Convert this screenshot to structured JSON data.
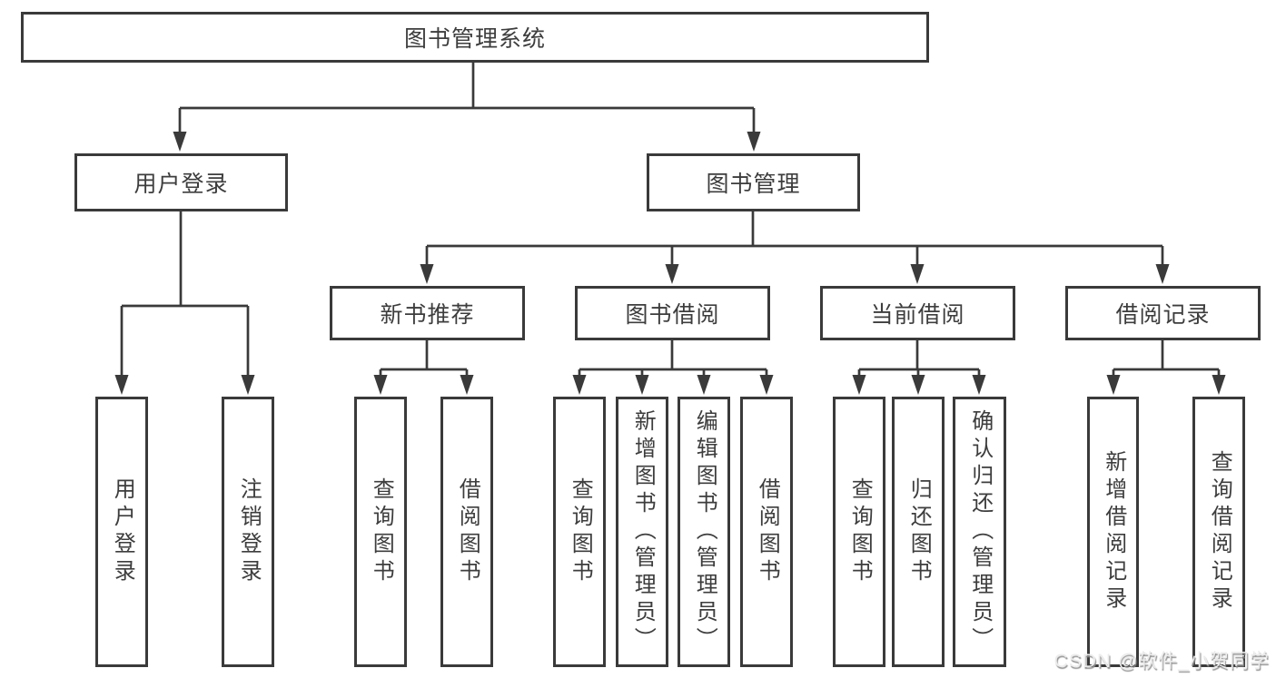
{
  "title": "图书管理系统",
  "colors": {
    "ink": "#3a3a3a",
    "background": "#ffffff",
    "watermark_text": "#ececec",
    "watermark_shadow": "#8f8f8f"
  },
  "tree": {
    "root": {
      "label": "图书管理系统"
    },
    "user_login": {
      "label": "用户登录",
      "children": [
        "用户登录",
        "注销登录"
      ]
    },
    "book_management": {
      "label": "图书管理",
      "sections": [
        {
          "label": "新书推荐",
          "children": [
            "查询图书",
            "借阅图书"
          ]
        },
        {
          "label": "图书借阅",
          "children": [
            "查询图书",
            "新增图书（管理员）",
            "编辑图书（管理员）",
            "借阅图书"
          ]
        },
        {
          "label": "当前借阅",
          "children": [
            "查询图书",
            "归还图书",
            "确认归还（管理员）"
          ]
        },
        {
          "label": "借阅记录",
          "children": [
            "新增借阅记录",
            "查询借阅记录"
          ]
        }
      ]
    }
  },
  "watermark": "CSDN @软件_小贺同学"
}
